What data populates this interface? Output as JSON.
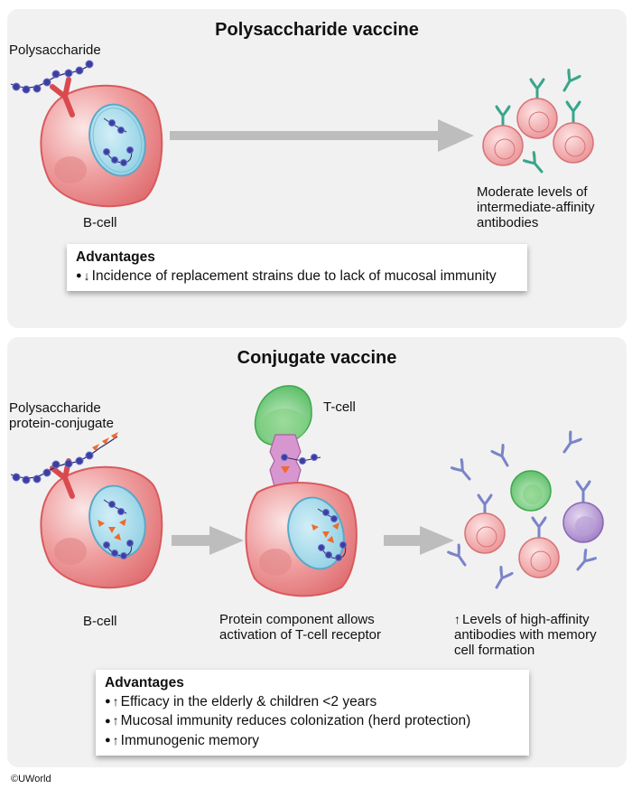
{
  "panels": [
    {
      "title": "Polysaccharide vaccine",
      "antigen_label": "Polysaccharide",
      "cell_label": "B-cell",
      "result_label": [
        "Moderate levels of",
        "intermediate-affinity",
        "antibodies"
      ],
      "antibody_color": "#3aa58a",
      "advantages": {
        "header": "Advantages",
        "items": [
          {
            "arrow": "↓",
            "text": "Incidence of replacement strains due to lack of mucosal immunity"
          }
        ]
      }
    },
    {
      "title": "Conjugate vaccine",
      "antigen_label": [
        "Polysaccharide",
        "protein-conjugate"
      ],
      "cell_label": "B-cell",
      "tcell_label": "T-cell",
      "middle_label": [
        "Protein component allows",
        "activation of T-cell receptor"
      ],
      "result_arrow": "↑",
      "result_label": [
        "Levels of high-affinity",
        "antibodies with memory",
        "cell formation"
      ],
      "antibody_color": "#7a84c8",
      "advantages": {
        "header": "Advantages",
        "items": [
          {
            "arrow": "↑",
            "text": "Efficacy in the elderly & children <2 years"
          },
          {
            "arrow": "↑",
            "text": "Mucosal immunity reduces colonization (herd protection)"
          },
          {
            "arrow": "↑",
            "text": "Immunogenic memory"
          }
        ]
      }
    }
  ],
  "colors": {
    "bcell": "#e8797c",
    "nucleus": "#9fd6e8",
    "tcell": "#5cc06a",
    "mhc": "#d896d0",
    "bead": "#3d3f9e",
    "protein": "#f06a2a",
    "memory_cell": "#a07cc4",
    "flow_arrow": "#bdbdbd"
  },
  "copyright": "©UWorld"
}
